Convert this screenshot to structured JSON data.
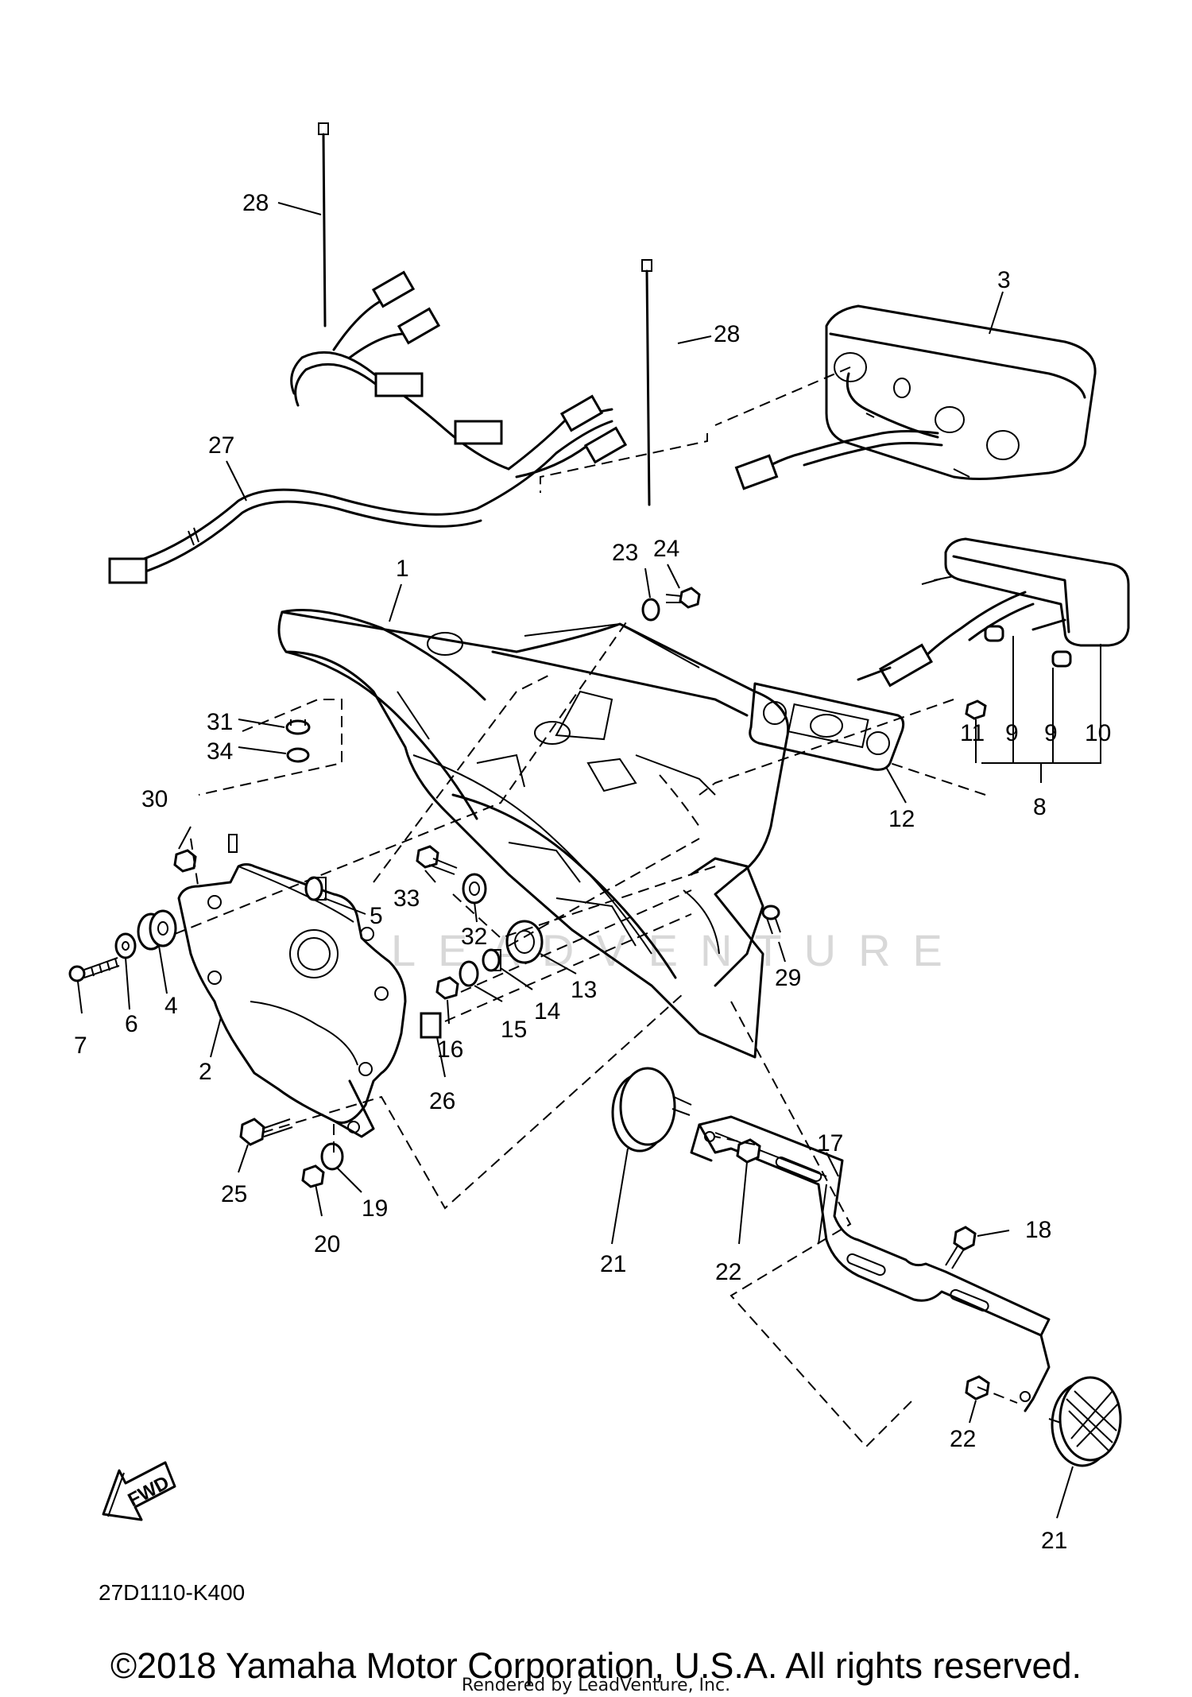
{
  "diagram": {
    "watermark": "LEADVENTURE",
    "fwd_label": "FWD",
    "diagram_code": "27D1110-K400",
    "copyright": "©2018 Yamaha Motor Corporation, U.S.A. All rights reserved.",
    "rendered_by": "Rendered by LeadVenture, Inc."
  },
  "callouts": [
    "28",
    "28",
    "3",
    "27",
    "24",
    "23",
    "1",
    "31",
    "34",
    "30",
    "5",
    "33",
    "32",
    "11",
    "9",
    "9",
    "10",
    "12",
    "8",
    "4",
    "6",
    "7",
    "13",
    "14",
    "15",
    "16",
    "29",
    "2",
    "26",
    "25",
    "19",
    "20",
    "17",
    "18",
    "21",
    "22",
    "22",
    "21"
  ]
}
